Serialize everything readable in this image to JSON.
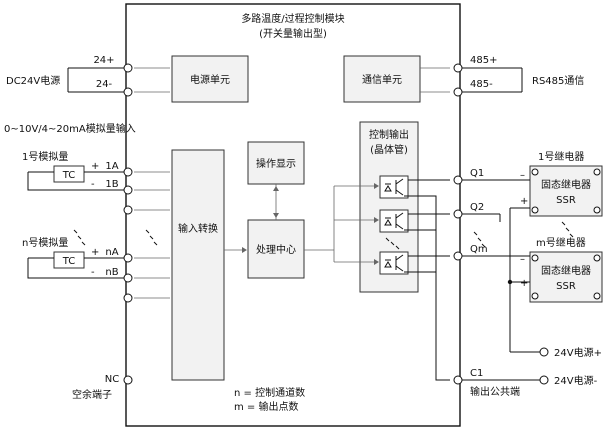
{
  "module": {
    "title": "多路温度/过程控制模块",
    "subtitle": "(开关量输出型)"
  },
  "blocks": {
    "power_unit": "电源单元",
    "comm_unit": "通信单元",
    "control_output": "控制输出",
    "transistor": "(晶体管)",
    "operation_display": "操作显示",
    "input_convert": "输入转换",
    "processing_center": "处理中心"
  },
  "left": {
    "dc24v_label": "DC24V电源",
    "term_24p": "24+",
    "term_24m": "24-",
    "analog_input_label": "0~10V/4~20mA模拟量输入",
    "analog1_label": "1号模拟量",
    "analogn_label": "n号模拟量",
    "tc1": "TC",
    "tcn": "TC",
    "t1a": "1A",
    "t1b": "1B",
    "tna": "nA",
    "tnb": "nB",
    "plus": "+",
    "minus": "-",
    "nc": "NC",
    "nc_label": "空余端子"
  },
  "right": {
    "term_485p": "485+",
    "term_485m": "485-",
    "rs485_label": "RS485通信",
    "q1": "Q1",
    "q2": "Q2",
    "qm": "Qm",
    "c1": "C1",
    "output_common": "输出公共端",
    "relay1_label": "1号继电器",
    "relaym_label": "m号继电器",
    "ssr_name": "固态继电器",
    "ssr": "SSR",
    "plus": "+",
    "minus": "–",
    "v24p": "24V电源+",
    "v24m": "24V电源-"
  },
  "legend": {
    "n_def": "n = 控制通道数",
    "m_def": "m = 输出点数"
  }
}
